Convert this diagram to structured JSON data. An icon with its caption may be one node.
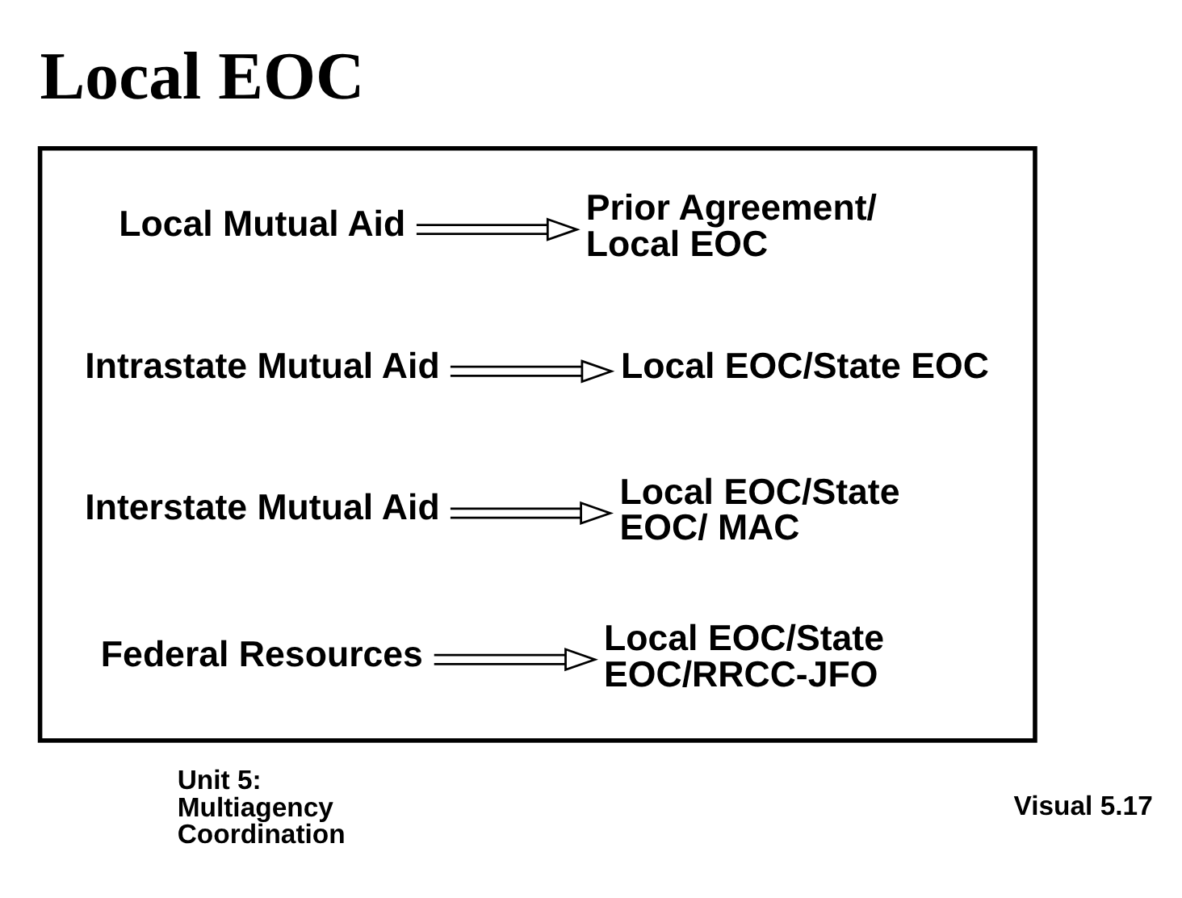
{
  "diagram": {
    "title": "Local EOC",
    "nodes": [
      {
        "text": [],
        "shape": "box"
      },
      {
        "text": [
          "Local Mutual Aid"
        ],
        "in": 0
      },
      {
        "text": [
          "Prior Agreement/ Local EOC"
        ],
        "in": 0
      },
      {
        "text": [
          "Intrastate Mutual Aid"
        ],
        "in": 0
      },
      {
        "text": [
          "Local EOC/State EOC"
        ],
        "in": 0
      },
      {
        "text": [
          "Interstate Mutual Aid"
        ],
        "in": 0
      },
      {
        "text": [
          "Local EOC/State EOC/ MAC"
        ],
        "in": 0
      },
      {
        "text": [
          "Federal Resources"
        ],
        "in": 0
      },
      {
        "text": [
          "Local EOC/State EOC/RRCC-JFO"
        ],
        "in": 0
      }
    ],
    "edges": [
      {
        "from": 1,
        "to": 2,
        "arrow": "to"
      },
      {
        "from": 3,
        "to": 4,
        "arrow": "to"
      },
      {
        "from": 5,
        "to": 6,
        "arrow": "to"
      },
      {
        "from": 7,
        "to": 8,
        "arrow": "to"
      }
    ],
    "labels": [
      "Unit 5: Multiagency Coordination",
      "Visual 5.17"
    ]
  }
}
